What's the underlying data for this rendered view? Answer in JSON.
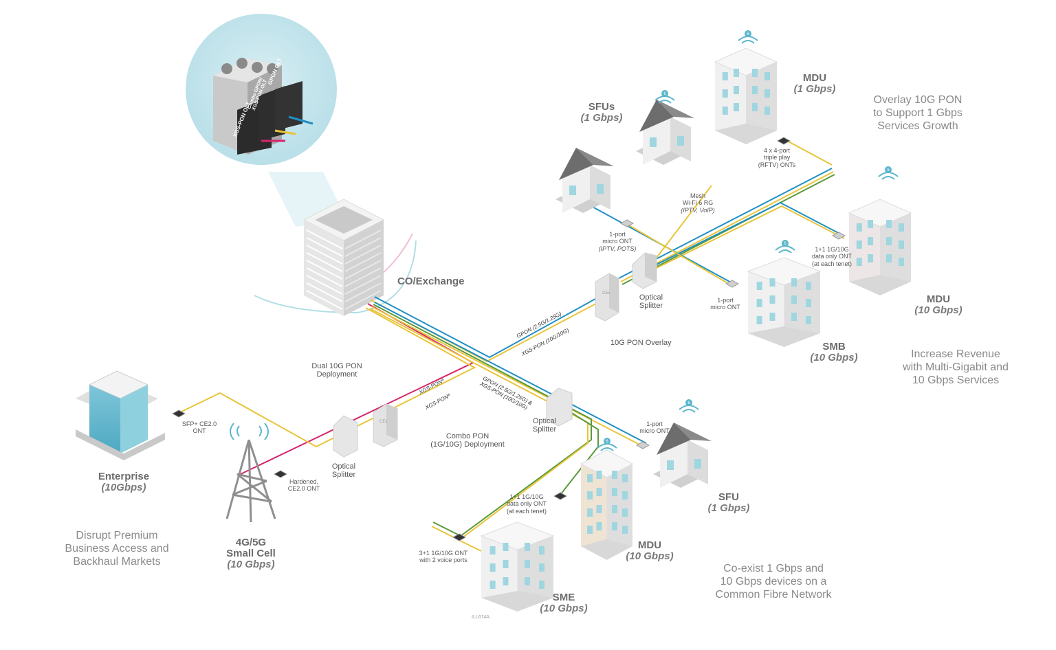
{
  "olt": {
    "labels": [
      "GPON OLT",
      "Combo GPON/ XGS-PON OLT",
      "XGS-PON OLT"
    ]
  },
  "co": {
    "label": "CO/Exchange"
  },
  "sfus": {
    "title": "SFUs",
    "speed": "(1 Gbps)"
  },
  "mdu_top": {
    "title": "MDU",
    "speed": "(1 Gbps)"
  },
  "overlay_msg": [
    "Overlay 10G PON",
    "to Support 1 Gbps",
    "Services Growth"
  ],
  "ont_4x4": [
    "4 x 4-port",
    "triple play",
    "(RFTV) ONTs"
  ],
  "mesh": [
    "Mesh",
    "Wi-Fi 6 RG",
    "(IPTV, VoIP)"
  ],
  "micro_ont_top": [
    "1-port",
    "micro ONT",
    "(IPTV, POTS)"
  ],
  "splitter_top": [
    "Optical",
    "Splitter"
  ],
  "ont_mdu_right": [
    "1+1 1G/10G",
    "data only ONT",
    "(at each tenet)"
  ],
  "micro_ont_smb": [
    "1-port",
    "micro ONT"
  ],
  "mdu_right": {
    "title": "MDU",
    "speed": "(10 Gbps)"
  },
  "smb": {
    "title": "SMB",
    "speed": "(10 Gbps)"
  },
  "revenue_msg": [
    "Increase Revenue",
    "with Multi-Gigabit and",
    "10 Gbps Services"
  ],
  "overlay_label": "10G PON Overlay",
  "gpon_fiber": "GPON (2.5G/1.25G)",
  "xgs_fiber": "XGS-PON (10G/10G)",
  "dual_label": [
    "Dual 10G PON",
    "Deployment"
  ],
  "xgs_a": "XGS-PONª",
  "xgs_b": "XGS-PONª",
  "combo_fiber": [
    "GPON (2.5G/1.25G) &",
    "XGS-PON (10G/10G)"
  ],
  "splitter_mid": [
    "Optical",
    "Splitter"
  ],
  "combo_label": [
    "Combo PON",
    "(1G/10G) Deployment"
  ],
  "micro_ont_sfu": [
    "1-port",
    "micro ONT"
  ],
  "sfu_bottom": {
    "title": "SFU",
    "speed": "(1 Gbps)"
  },
  "enterprise": {
    "title": "Enterprise",
    "speed": "(10Gbps)"
  },
  "sfp_ont": [
    "SFP+ CE2.0",
    "ONT"
  ],
  "splitter_left": [
    "Optical",
    "Splitter"
  ],
  "hardened_ont": [
    "Hardened,",
    "CE2.0 ONT"
  ],
  "cell": {
    "title1": "4G/5G",
    "title2": "Small Cell",
    "speed": "(10 Gbps)"
  },
  "disrupt_msg": [
    "Disrupt Premium",
    "Business Access and",
    "Backhaul Markets"
  ],
  "ont_mdu_bottom": [
    "1+1 1G/10G",
    "data only ONT",
    "(at each tenet)"
  ],
  "mdu_bottom": {
    "title": "MDU",
    "speed": "(10 Gbps)"
  },
  "ont_sme": [
    "3+1 1G/10G ONT",
    "with 2 voice ports"
  ],
  "sme": {
    "title": "SME",
    "speed": "(10 Gbps)"
  },
  "coexist_msg": [
    "Co-exist 1 Gbps and",
    "10 Gbps devices on a",
    "Common Fibre Network"
  ],
  "ill_code": "ILL674A",
  "cabinet_label": "CEx",
  "wifi_badge": "6",
  "colors": {
    "gpon": "#1f8fc4",
    "xgs": "#e8c43a",
    "combo": "#5a9a3a",
    "dual": "#d6246e",
    "building": "#e9e9e9",
    "roof": "#6d6d6d",
    "accent": "#9fd6e0"
  }
}
